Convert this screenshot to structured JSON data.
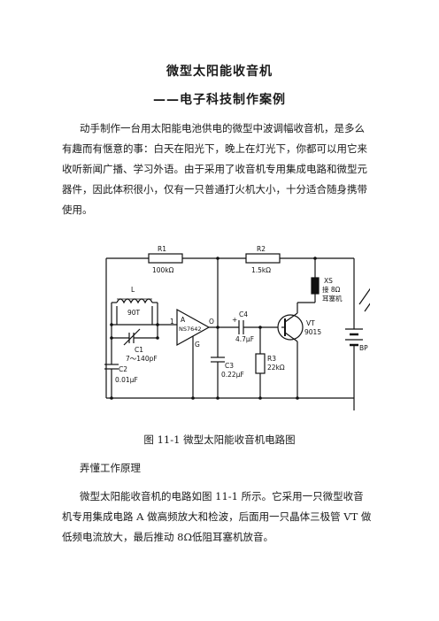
{
  "document": {
    "title": "微型太阳能收音机",
    "subtitle": "——电子科技制作案例",
    "intro_lines": [
      "动手制作一台用太阳能电池供电的微型中波调幅收音机，是多么",
      "有趣而有惬意的事：白天在阳光下，晚上在灯光下，你都可以用它来",
      "收听新闻广播、学习外语。由于采用了收音机专用集成电路和微型元",
      "器件，因此体积很小，仅有一只普通打火机大小，十分适合随身携带",
      "使用。"
    ],
    "figure_caption": "图 11-1  微型太阳能收音机电路图",
    "section_heading": "弄懂工作原理",
    "body_lines": [
      "微型太阳能收音机的电路如图 11-1 所示。它采用一只微型收音",
      "机专用集成电路 A 做高频放大和检波，后面用一只晶体三极管 VT 做",
      "低频电流放大，最后推动 8Ω低阻耳塞机放音。"
    ]
  },
  "circuit": {
    "R1": "R1",
    "R1_val": "100kΩ",
    "R2": "R2",
    "R2_val": "1.5kΩ",
    "L": "L",
    "L_val": "90T",
    "C1": "C1",
    "C1_val": "7～140pF",
    "C2": "C2",
    "C2_val": "0.01μF",
    "A": "A",
    "A_val": "NS7642",
    "pin1": "1",
    "pinO": "O",
    "pinG": "G",
    "C3": "C3",
    "C3_val": "0.22μF",
    "C4": "C4",
    "C4_val": "4.7μF",
    "C4_plus": "+",
    "R3": "R3",
    "R3_val": "22kΩ",
    "VT": "VT",
    "VT_val": "9015",
    "XS": "XS",
    "XS_val1": "接 8Ω",
    "XS_val2": "耳塞机",
    "BP": "BP"
  }
}
